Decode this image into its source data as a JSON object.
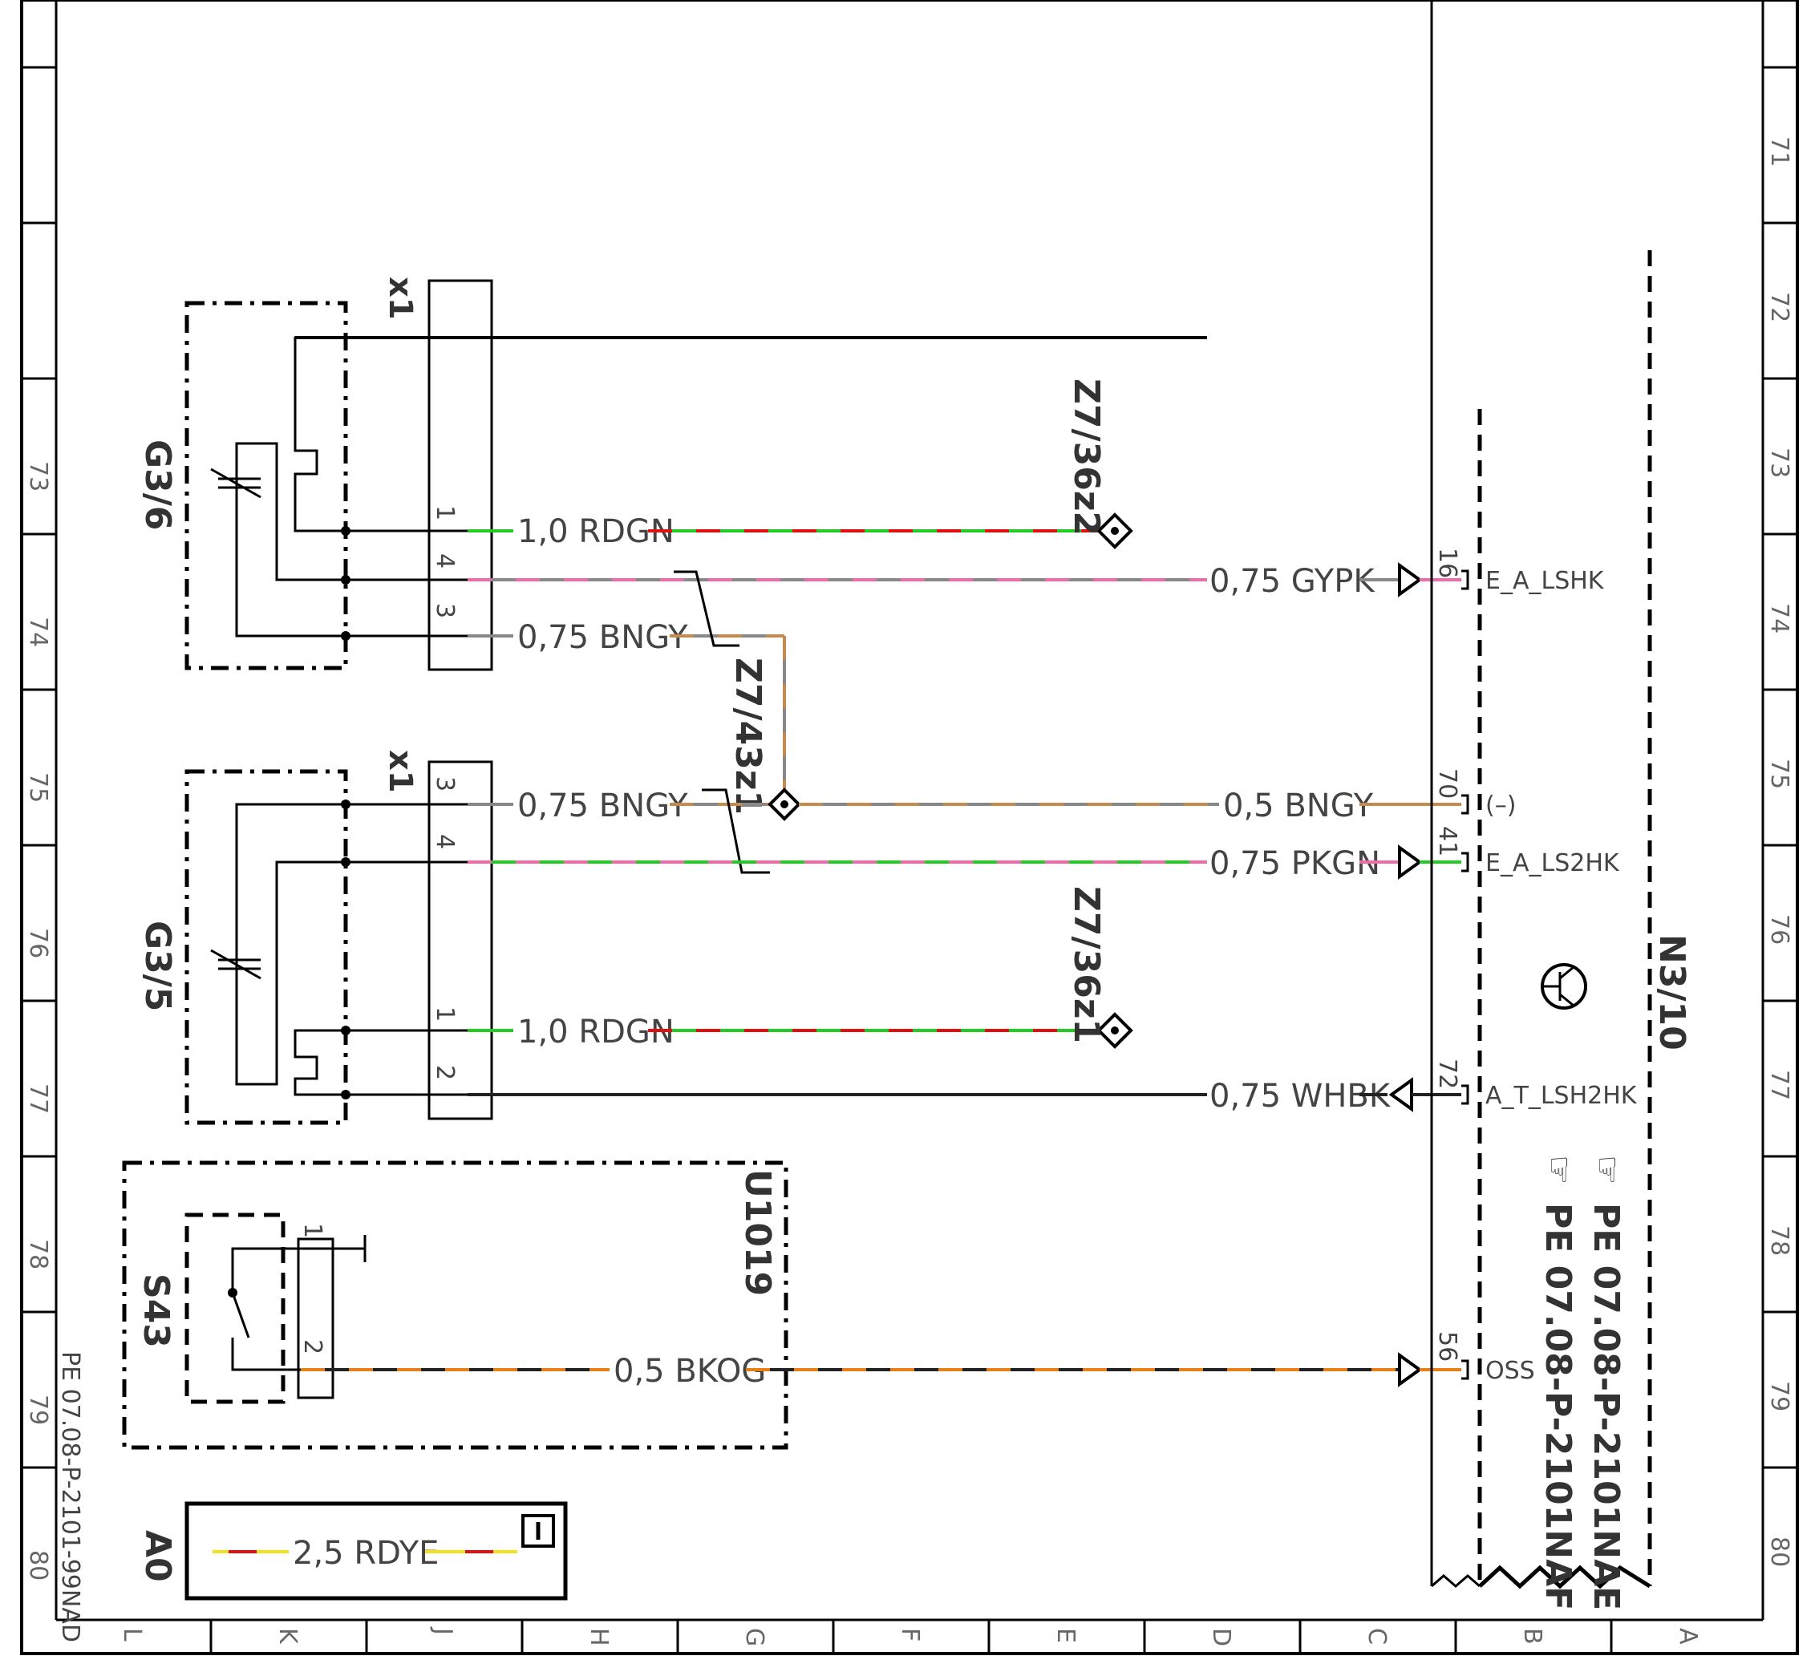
{
  "diagram": {
    "row_numbers": [
      "71",
      "72",
      "73",
      "74",
      "75",
      "76",
      "77",
      "78",
      "79",
      "80"
    ],
    "column_letters": [
      "L",
      "K",
      "J",
      "H",
      "G",
      "F",
      "E",
      "D",
      "C",
      "B",
      "A"
    ],
    "components": {
      "g3_6": "G3/6",
      "g3_5": "G3/5",
      "s43": "S43",
      "u1019": "U1019",
      "n3_10": "N3/10",
      "a0": "A0",
      "connector_x1_top": "x1",
      "connector_x1_bottom": "x1"
    },
    "junctions": {
      "z7_36z2": "Z7/36z2",
      "z7_36z1": "Z7/36z1",
      "z7_43z1": "Z7/43z1"
    },
    "pins": {
      "g3_6": [
        "1",
        "4",
        "3"
      ],
      "g3_5": [
        "3",
        "4",
        "1",
        "2"
      ],
      "s43": [
        "1",
        "2"
      ],
      "n3_10": [
        "16",
        "70",
        "41",
        "72",
        "56"
      ]
    },
    "wires": {
      "w1": "1,0 RDGN",
      "w2": "0,75 GYPK",
      "w3": "0,75 BNGY",
      "w4": "0,75 BNGY",
      "w5": "0,5 BNGY",
      "w6": "0,75 PKGN",
      "w7": "1,0 RDGN",
      "w8": "0,75 WHBK",
      "w9": "0,5 BKOG",
      "legend": "2,5 RDYE"
    },
    "signals": {
      "e_a_lshk": "E_A_LSHK",
      "minus": "(–)",
      "e_a_ls2hk": "E_A_LS2HK",
      "a_t_lsh2hk": "A_T_LSH2HK",
      "oss": "OSS"
    },
    "references": {
      "ref1": "PE 07.08-P-2101NAE",
      "ref2": "PE 07.08-P-2101NAF",
      "doc_id": "PE 07.08-P-2101-99NAD"
    },
    "colors": {
      "red": "#e01010",
      "green": "#22cc22",
      "pink": "#f06aa8",
      "grey": "#888888",
      "brown": "#c58a4e",
      "orange": "#e8801a",
      "yellow": "#f2e21a",
      "black": "#222222"
    }
  }
}
